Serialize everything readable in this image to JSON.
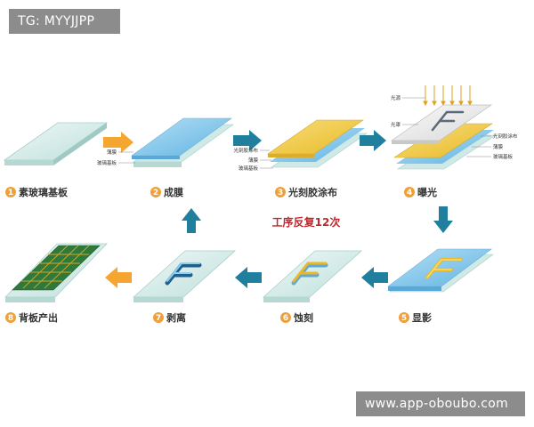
{
  "overlay": {
    "top_left": "TG: MYYJJPP",
    "bottom_right": "www.app-oboubo.com"
  },
  "steps": [
    {
      "num": "1",
      "label": "素玻璃基板"
    },
    {
      "num": "2",
      "label": "成膜"
    },
    {
      "num": "3",
      "label": "光刻胶涂布"
    },
    {
      "num": "4",
      "label": "曝光"
    },
    {
      "num": "5",
      "label": "显影"
    },
    {
      "num": "6",
      "label": "蚀刻"
    },
    {
      "num": "7",
      "label": "剥离"
    },
    {
      "num": "8",
      "label": "背板产出"
    }
  ],
  "step2_layers": [
    "薄膜",
    "玻璃基板"
  ],
  "step3_layers": [
    "光刻胶涂布",
    "薄膜",
    "玻璃基板"
  ],
  "step4_layers": [
    "光源",
    "光罩",
    "光刻胶涂布",
    "薄膜",
    "玻璃基板"
  ],
  "repeat_note": "工序反复12次",
  "colors": {
    "glass": "#cfe9e6",
    "film": "#7fc4ea",
    "photoresist": "#f1cb3a",
    "mask": "#e9e9e9",
    "arrow_orange": "#f5a630",
    "arrow_teal": "#1f7f9c",
    "step_circle": "#f0a03a",
    "pattern_blue": "#1e5f8f",
    "pattern_gold": "#d4a52a",
    "backplane": "#2f7a3a"
  },
  "icons": {
    "flow_arrow": "arrow-icon",
    "light": "light-ray-icon"
  }
}
